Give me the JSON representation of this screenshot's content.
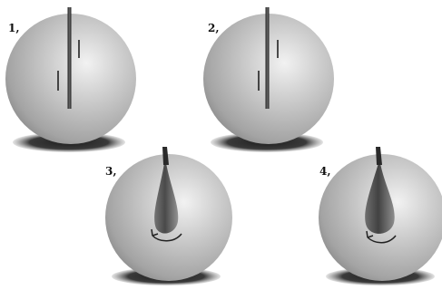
{
  "colors": {
    "background": "#ffffff",
    "sphere_highlight": "#ececec",
    "sphere_mid": "#b3b3b3",
    "sphere_dark": "#7a7a7a",
    "shadow": "#2a2a2a",
    "ink": "#222222"
  },
  "steps": [
    {
      "label": "1,",
      "state": "straight-cut",
      "icon": "needle-through-sphere"
    },
    {
      "label": "2,",
      "state": "straight-cut",
      "icon": "needle-through-sphere"
    },
    {
      "label": "3,",
      "state": "twisted-fold",
      "icon": "curved-rotation-arrow"
    },
    {
      "label": "4,",
      "state": "twisted-fold",
      "icon": "curved-rotation-arrow"
    }
  ]
}
